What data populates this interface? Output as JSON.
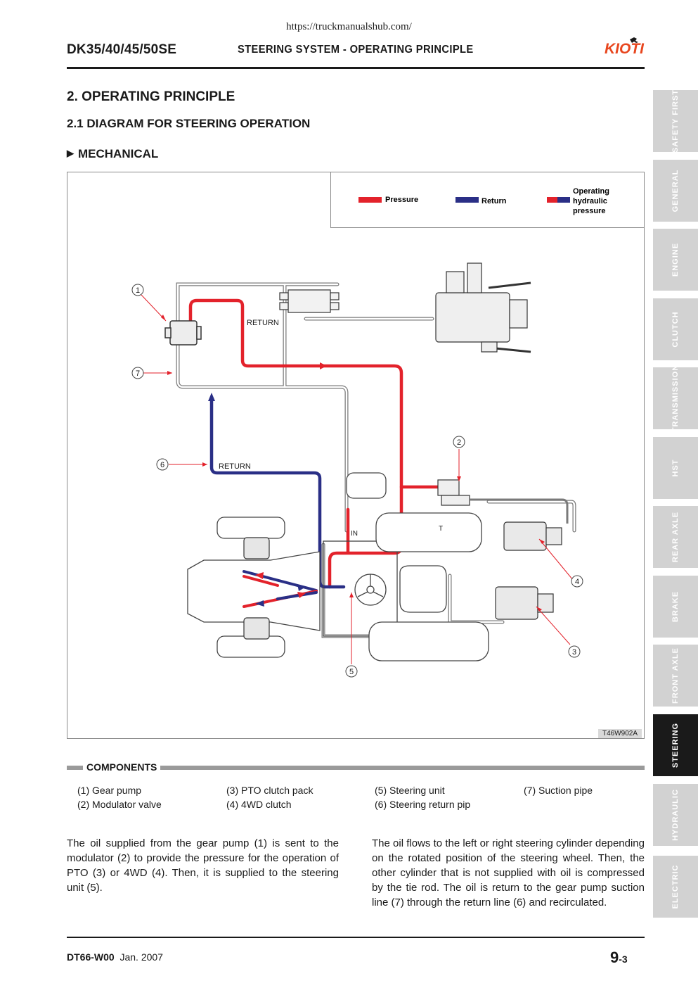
{
  "header": {
    "url": "https://truckmanualshub.com/",
    "model": "DK35/40/45/50SE",
    "title": "STEERING SYSTEM - OPERATING PRINCIPLE",
    "brand": "KIOTI"
  },
  "headings": {
    "section": "2. OPERATING PRINCIPLE",
    "subsection": "2.1  DIAGRAM FOR STEERING OPERATION",
    "subsubsection": "MECHANICAL"
  },
  "legend": {
    "pressure": "Pressure",
    "return": "Return",
    "operating_1": "Operating",
    "operating_2": "hydraulic",
    "operating_3": "pressure"
  },
  "diagram_labels": {
    "return_top": "RETURN",
    "return_mid": "RETURN",
    "in": "IN",
    "t": "T",
    "callouts": [
      "1",
      "2",
      "3",
      "4",
      "5",
      "6",
      "7"
    ],
    "code": "T46W902A"
  },
  "components": {
    "title": "COMPONENTS",
    "items": [
      "(1) Gear pump",
      "(2) Modulator valve",
      "(3) PTO clutch pack",
      "(4) 4WD clutch",
      "(5) Steering unit",
      "(6) Steering return pip",
      "(7) Suction pipe"
    ]
  },
  "body": {
    "left": "The oil supplied from the gear pump (1) is sent to the modulator (2) to provide the pressure for the operation of PTO (3) or 4WD (4). Then, it is supplied to the steering unit (5).",
    "right": "The oil flows to the left or right steering cylinder depending on the rotated position of the steering wheel. Then, the other cylinder that is not supplied with oil is compressed by the tie rod. The oil is return to the gear pump suction line (7) through the return line (6) and recirculated."
  },
  "footer": {
    "doc_code": "DT66-W00",
    "date": "Jan. 2007",
    "page_major": "9",
    "page_minor": "-3"
  },
  "side_tabs": [
    "SAFETY FIRST",
    "GENERAL",
    "ENGINE",
    "CLUTCH",
    "TRANSMISSION",
    "HST",
    "REAR AXLE",
    "BRAKE",
    "FRONT AXLE",
    "STEERING",
    "HYDRAULIC",
    "ELECTRIC"
  ],
  "active_tab": "STEERING",
  "colors": {
    "pressure": "#e3222b",
    "return": "#2a2f86",
    "tab_inactive": "#d2d2d2",
    "tab_active": "#1a1a1a",
    "brand_orange": "#e8461e"
  }
}
